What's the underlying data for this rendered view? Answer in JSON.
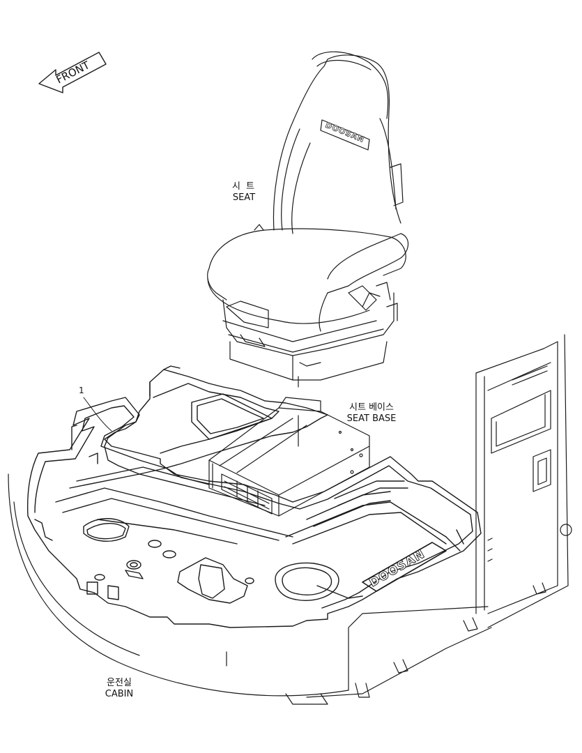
{
  "diagram": {
    "front_arrow": {
      "label": "FRONT"
    },
    "labels": {
      "seat": {
        "ko": "시 트",
        "en": "SEAT"
      },
      "seat_base": {
        "ko": "시트 베이스",
        "en": "SEAT BASE"
      },
      "cabin": {
        "ko": "운전실",
        "en": "CABIN"
      }
    },
    "callouts": [
      {
        "number": "1"
      }
    ],
    "brand_marks": [
      "DOOSAN"
    ]
  }
}
